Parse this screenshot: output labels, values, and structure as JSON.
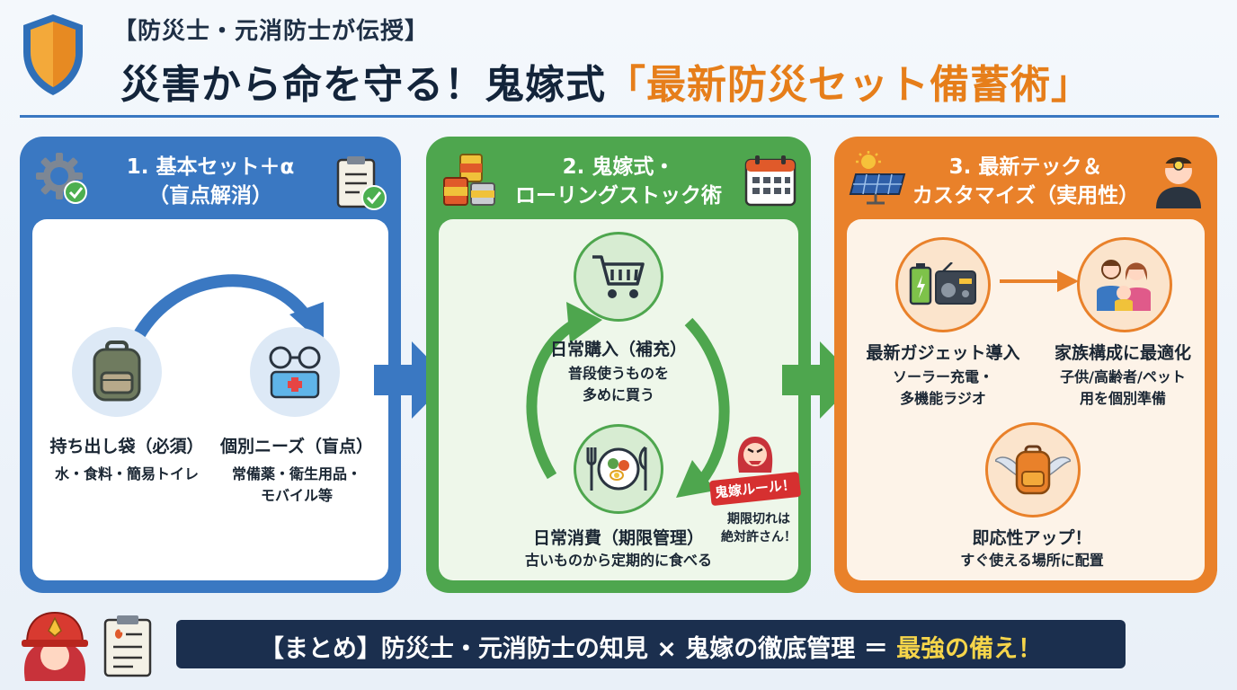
{
  "header": {
    "pre_title": "【防災士・元消防士が伝授】",
    "title_main": "災害から命を守る！鬼嫁式",
    "title_highlight": "「最新防災セット備蓄術」"
  },
  "panels": {
    "p1": {
      "title_line1": "1. 基本セット＋α",
      "title_line2": "（盲点解消）",
      "item_a": {
        "label": "持ち出し袋（必須）",
        "detail": "水・食料・簡易トイレ"
      },
      "item_b": {
        "label": "個別ニーズ（盲点）",
        "detail_line1": "常備薬・衛生用品・",
        "detail_line2": "モバイル等"
      }
    },
    "p2": {
      "title_line1": "2. 鬼嫁式・",
      "title_line2": "ローリングストック術",
      "buy": {
        "label": "日常購入（補充）",
        "detail_line1": "普段使うものを",
        "detail_line2": "多めに買う"
      },
      "consume": {
        "label": "日常消費（期限管理）",
        "detail": "古いものから定期的に食べる"
      },
      "rule": {
        "badge": "鬼嫁ルール！",
        "line1": "期限切れは",
        "line2": "絶対許さん！"
      }
    },
    "p3": {
      "title_line1": "3. 最新テック＆",
      "title_line2": "カスタマイズ（実用性）",
      "gadget": {
        "label": "最新ガジェット導入",
        "detail_line1": "ソーラー充電・",
        "detail_line2": "多機能ラジオ"
      },
      "family": {
        "label": "家族構成に最適化",
        "detail_line1": "子供/高齢者/ペット",
        "detail_line2": "用を個別準備"
      },
      "quick": {
        "label": "即応性アップ！",
        "detail": "すぐ使える場所に配置"
      }
    }
  },
  "footer": {
    "text_main": "【まとめ】防災士・元消防士の知見 × 鬼嫁の徹底管理 ＝ ",
    "text_highlight": "最強の備え！"
  },
  "colors": {
    "blue": "#3a78c2",
    "green": "#4ea64e",
    "orange": "#e9812a",
    "navy": "#1b2f4e",
    "highlight_orange": "#e67e1a",
    "highlight_yellow": "#f6d54a",
    "alert_red": "#d63030"
  },
  "icons": {
    "header": "shield-icon",
    "p1": [
      "gear-check-icon",
      "clipboard-check-icon",
      "backpack-icon",
      "glasses-medkit-icon"
    ],
    "p2": [
      "canned-food-icon",
      "calendar-icon",
      "shopping-cart-icon",
      "plate-food-icon",
      "angry-wife-icon"
    ],
    "p3": [
      "solar-panel-icon",
      "person-headlamp-icon",
      "battery-radio-icon",
      "family-icon",
      "winged-backpack-icon"
    ],
    "footer": [
      "fire-helmet-icon",
      "clipboard-icon"
    ]
  }
}
